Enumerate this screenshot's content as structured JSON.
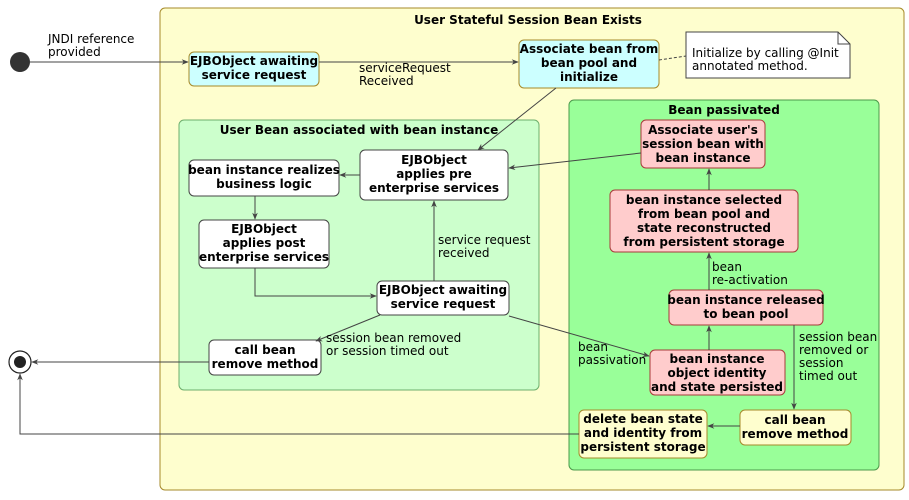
{
  "diagram": {
    "outer_state": {
      "title": "User Stateful Session Bean Exists"
    },
    "initial_label": [
      "JNDI reference",
      "provided"
    ],
    "states": {
      "ejb_awaiting_top": [
        "EJBObject awaiting",
        "service request"
      ],
      "associate_pool": [
        "Associate bean from",
        "bean pool and",
        "initialize"
      ],
      "note": [
        "Initialize by calling @Init",
        "annotated method."
      ]
    },
    "edge_labels": {
      "service_request_received_top": [
        "serviceRequest",
        "Received"
      ],
      "service_request_received_inner": [
        "service request",
        "received"
      ],
      "session_removed_inner": [
        "session bean removed",
        "or session timed out"
      ],
      "bean_passivation": [
        "bean",
        "passivation"
      ],
      "bean_reactivation": [
        "bean",
        "re-activation"
      ],
      "session_removed_passive": [
        "session bean",
        "removed or",
        "session",
        "timed out"
      ]
    },
    "associated_group": {
      "title": "User Bean associated with bean instance",
      "pre_services": [
        "EJBObject",
        "applies pre",
        "enterprise services"
      ],
      "business_logic": [
        "bean instance realizes",
        "business logic"
      ],
      "post_services": [
        "EJBObject",
        "applies post",
        "enterprise services"
      ],
      "awaiting": [
        "EJBObject awaiting",
        "service request"
      ],
      "remove_method": [
        "call bean",
        "remove method"
      ]
    },
    "passivated_group": {
      "title": "Bean passivated",
      "associate_session": [
        "Associate user's",
        "session bean with",
        "bean instance"
      ],
      "selected_from_pool": [
        "bean instance selected",
        "from bean pool and",
        "state reconstructed",
        "from persistent storage"
      ],
      "released": [
        "bean instance released",
        "to bean pool"
      ],
      "persisted": [
        "bean instance",
        "object identity",
        "and state persisted"
      ],
      "remove_method": [
        "call bean",
        "remove method"
      ],
      "delete_state": [
        "delete bean state",
        "and identity from",
        "persistent storage"
      ]
    }
  },
  "colors": {
    "outer_fill": "#FEFECE",
    "cyan_state": "#CCFFFF",
    "inner_group": "#CCFFCC",
    "passive_group": "#99FF99",
    "pink_state": "#FFCCCC",
    "white_state": "#FFFFFF",
    "yellow_state": "#FEFECE",
    "node": "#333333"
  }
}
